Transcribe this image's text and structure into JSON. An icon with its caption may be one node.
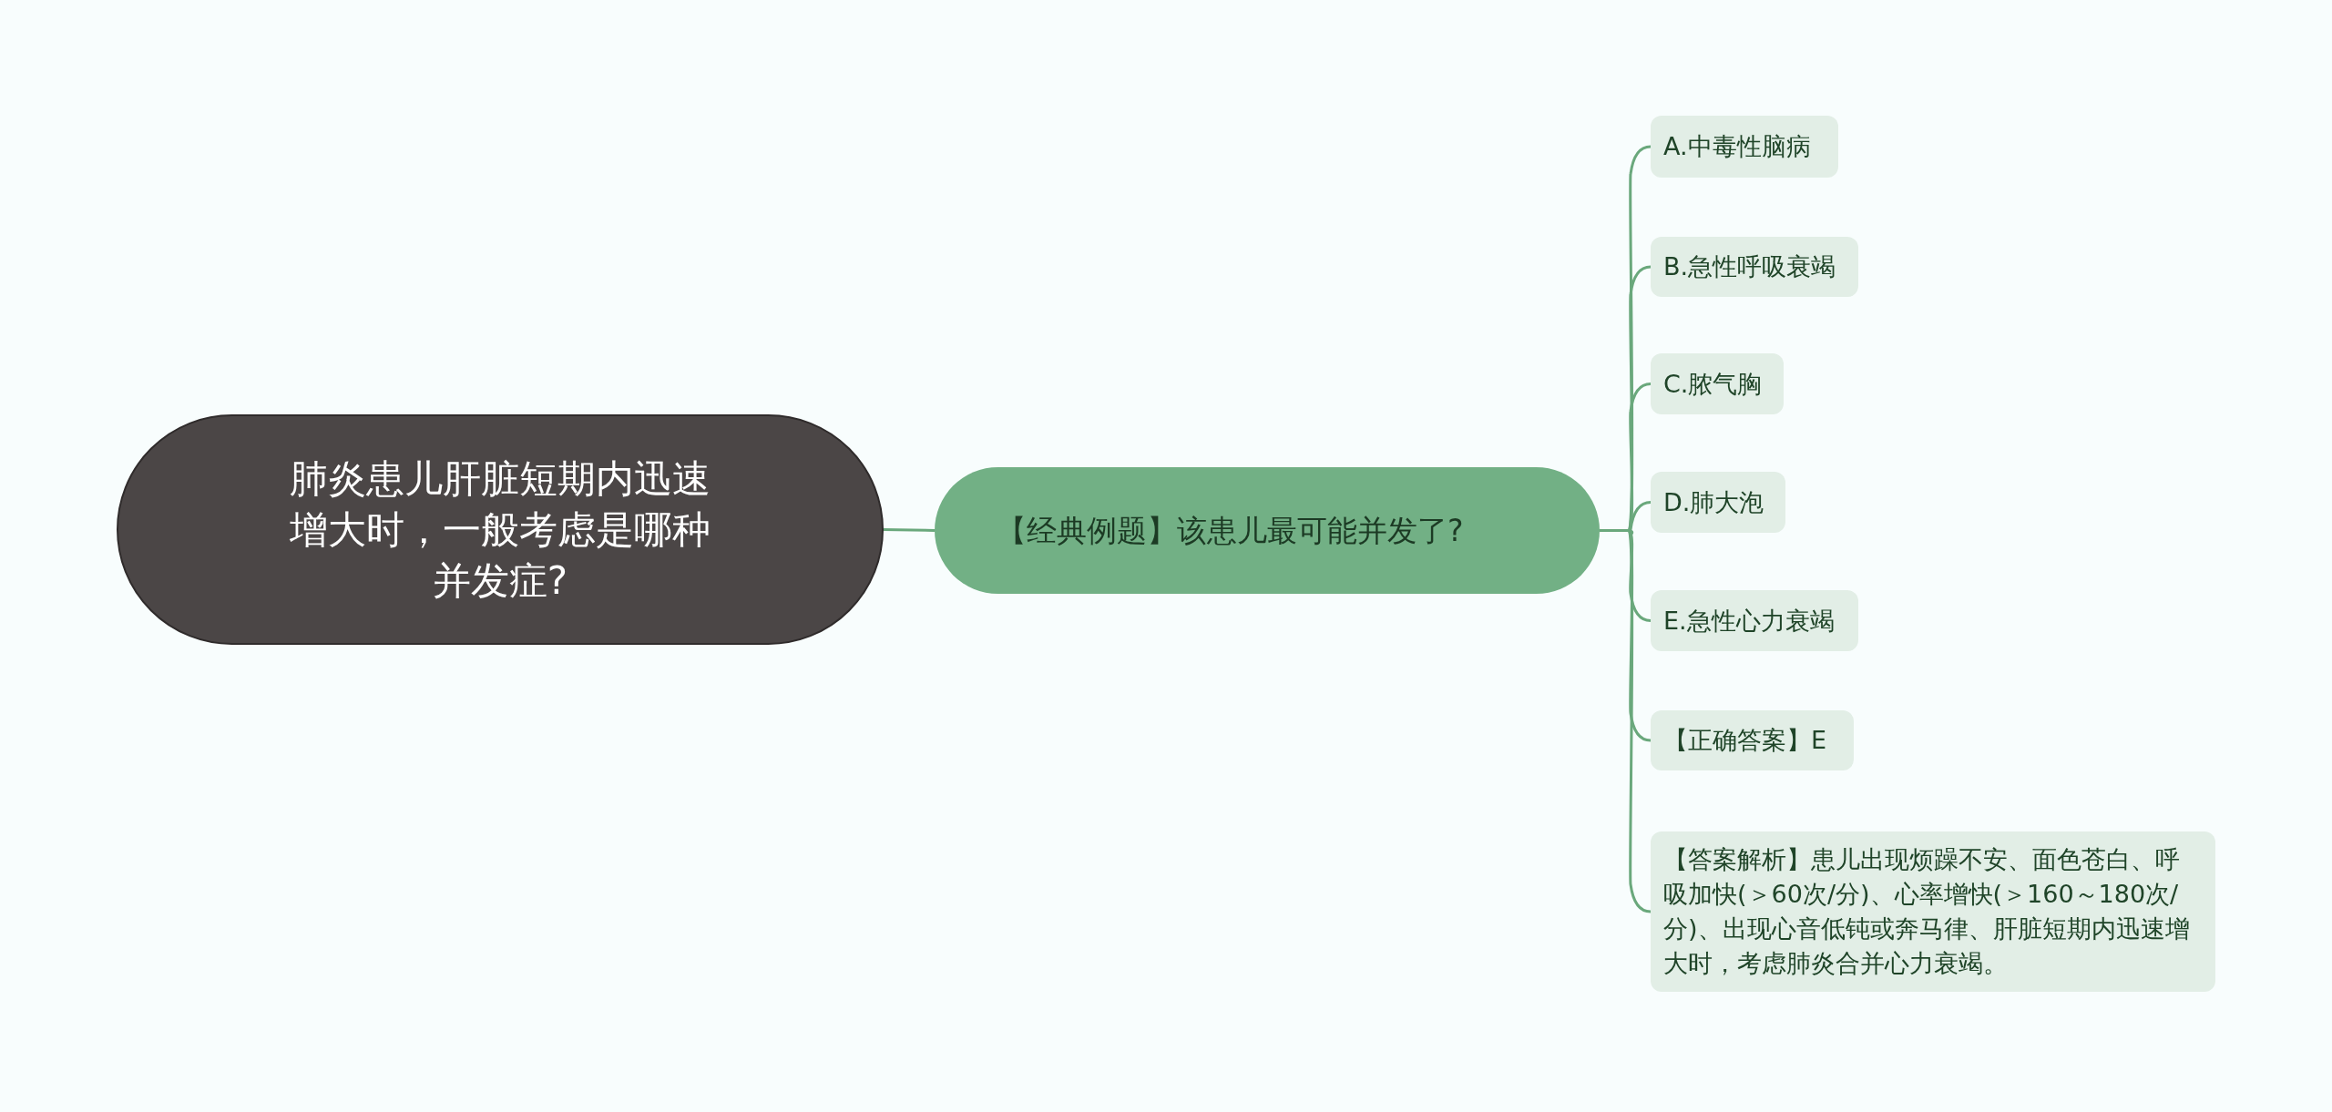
{
  "diagram": {
    "nodes": [
      {
        "text": [
          "肺炎患儿肝脏短期内迅速增大时，一般考虑是哪种并发症?"
        ]
      },
      {
        "text": [
          "【经典例题】该患儿最可能并发了?"
        ]
      },
      {
        "text": [
          "A.中毒性脑病"
        ]
      },
      {
        "text": [
          "B.急性呼吸衰竭"
        ]
      },
      {
        "text": [
          "C.脓气胸"
        ]
      },
      {
        "text": [
          "D.肺大泡"
        ]
      },
      {
        "text": [
          "E.急性心力衰竭"
        ]
      },
      {
        "text": [
          "【正确答案】E"
        ]
      },
      {
        "text": [
          "【答案解析】患儿出现烦躁不安、面色苍白、呼吸加快(＞60次/分)、心率增快(＞160～180次/分)、出现心音低钝或奔马律、肝脏短期内迅速增大时，考虑肺炎合并心力衰竭。"
        ]
      }
    ],
    "edges": [
      {
        "from": 0,
        "to": 1,
        "arrow": "none"
      },
      {
        "from": 1,
        "to": 2,
        "arrow": "none"
      },
      {
        "from": 1,
        "to": 3,
        "arrow": "none"
      },
      {
        "from": 1,
        "to": 4,
        "arrow": "none"
      },
      {
        "from": 1,
        "to": 5,
        "arrow": "none"
      },
      {
        "from": 1,
        "to": 6,
        "arrow": "none"
      },
      {
        "from": 1,
        "to": 7,
        "arrow": "none"
      },
      {
        "from": 1,
        "to": 8,
        "arrow": "none"
      }
    ]
  }
}
